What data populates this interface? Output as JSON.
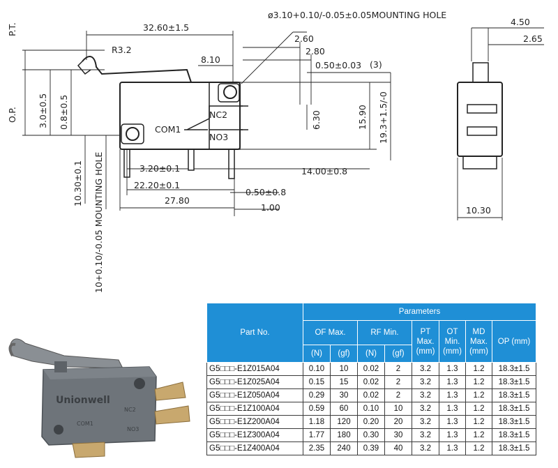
{
  "drawing": {
    "dims": {
      "pt": "P.T.",
      "op": "O.P.",
      "d_32_60": "32.60±1.5",
      "r_3_2": "R3.2",
      "d_8_10": "8.10",
      "mount_hole_top": "ø3.10+0.10/-0.05±0.05MOUNTING HOLE",
      "d_2_60": "2.60",
      "d_2_80": "2.80",
      "d_0_50_003": "0.50±0.03",
      "note_3": "(3)",
      "d_3_0": "3.0±0.5",
      "d_0_8": "0.8±0.5",
      "nc": "NC2",
      "com": "COM1",
      "no": "NO3",
      "d_6_30": "6.30",
      "d_15_90": "15.90",
      "d_19_3": "19.3+1.5/-0",
      "d_3_20": "3.20±0.1",
      "d_14_00": "14.00±0.8",
      "d_22_20": "22.20±0.1",
      "d_0_50_08": "0.50±0.8",
      "d_27_80": "27.80",
      "d_1_00": "1.00",
      "d_10_30_v": "10.30±0.1",
      "mount_hole_side": "10+0.10/-0.05 MOUNTING HOLE",
      "d_4_50": "4.50",
      "d_2_65": "2.65",
      "d_10_30_h": "10.30"
    }
  },
  "photo": {
    "brand": "Unionwell",
    "com": "COM1",
    "nc": "NC2",
    "no": "NO3"
  },
  "table": {
    "part_no_header": "Part No.",
    "parameters_header": "Parameters",
    "groups": [
      {
        "label": "OF Max."
      },
      {
        "label": "RF Min."
      },
      {
        "label": "PT Max. (mm)"
      },
      {
        "label": "OT Min. (mm)"
      },
      {
        "label": "MD Max. (mm)"
      },
      {
        "label": "OP (mm)"
      }
    ],
    "units": [
      "(N)",
      "(gf)",
      "(N)",
      "(gf)"
    ],
    "rows": [
      {
        "part": "G5□□□-E1Z015A04",
        "of_n": "0.10",
        "of_gf": "10",
        "rf_n": "0.02",
        "rf_gf": "2",
        "pt": "3.2",
        "ot": "1.3",
        "md": "1.2",
        "op": "18.3±1.5"
      },
      {
        "part": "G5□□□-E1Z025A04",
        "of_n": "0.15",
        "of_gf": "15",
        "rf_n": "0.02",
        "rf_gf": "2",
        "pt": "3.2",
        "ot": "1.3",
        "md": "1.2",
        "op": "18.3±1.5"
      },
      {
        "part": "G5□□□-E1Z050A04",
        "of_n": "0.29",
        "of_gf": "30",
        "rf_n": "0.02",
        "rf_gf": "2",
        "pt": "3.2",
        "ot": "1.3",
        "md": "1.2",
        "op": "18.3±1.5"
      },
      {
        "part": "G5□□□-E1Z100A04",
        "of_n": "0.59",
        "of_gf": "60",
        "rf_n": "0.10",
        "rf_gf": "10",
        "pt": "3.2",
        "ot": "1.3",
        "md": "1.2",
        "op": "18.3±1.5"
      },
      {
        "part": "G5□□□-E1Z200A04",
        "of_n": "1.18",
        "of_gf": "120",
        "rf_n": "0.20",
        "rf_gf": "20",
        "pt": "3.2",
        "ot": "1.3",
        "md": "1.2",
        "op": "18.3±1.5"
      },
      {
        "part": "G5□□□-E1Z300A04",
        "of_n": "1.77",
        "of_gf": "180",
        "rf_n": "0.30",
        "rf_gf": "30",
        "pt": "3.2",
        "ot": "1.3",
        "md": "1.2",
        "op": "18.3±1.5"
      },
      {
        "part": "G5□□□-E1Z400A04",
        "of_n": "2.35",
        "of_gf": "240",
        "rf_n": "0.39",
        "rf_gf": "40",
        "pt": "3.2",
        "ot": "1.3",
        "md": "1.2",
        "op": "18.3±1.5"
      }
    ]
  },
  "colors": {
    "header_blue": "#1f8fd6",
    "switch_gray": "#6e747a"
  }
}
